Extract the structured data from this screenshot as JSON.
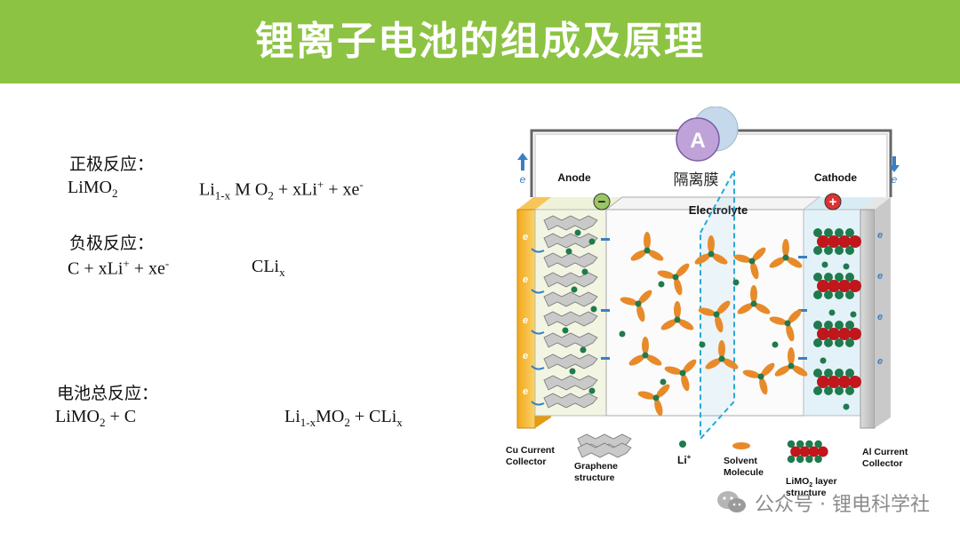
{
  "header": {
    "title": "锂离子电池的组成及原理",
    "bg_color": "#8dc343"
  },
  "equations": {
    "cathode": {
      "label": "正极反应：",
      "left": "LiMO",
      "left_sub": "2",
      "right": {
        "a": "Li",
        "a_sub": "1-x",
        "b": " M O",
        "b_sub": "2",
        "c": " + xLi",
        "c_sup": "+",
        "d": " + xe",
        "d_sup": "-"
      }
    },
    "anode": {
      "label": "负极反应：",
      "left": {
        "a": "C + xLi",
        "a_sup": "+",
        "b": " + xe",
        "b_sup": "-"
      },
      "right": "CLi",
      "right_sub": "x"
    },
    "total": {
      "label": "电池总反应：",
      "left": "LiMO",
      "left_sub": "2",
      "left_tail": " + C",
      "right": {
        "a": "Li",
        "a_sub": "1-x",
        "b": "MO",
        "b_sub": "2",
        "c": " + CLi",
        "c_sub": "x"
      }
    }
  },
  "diagram": {
    "ammeter": "A",
    "electron": "e",
    "anode": "Anode",
    "cathode": "Cathode",
    "separator": "隔离膜",
    "electrolyte": "Electrolyte",
    "minus": "−",
    "plus": "+",
    "legend": {
      "cu_collector": [
        "Cu Current",
        "Collector"
      ],
      "graphene": [
        "Graphene",
        "structure"
      ],
      "li_ion": "Li",
      "li_ion_sup": "+",
      "solvent": [
        "Solvent",
        "Molecule"
      ],
      "limo2": [
        "LiMO",
        "2",
        " layer",
        "structure"
      ],
      "al_collector": [
        "Al Current",
        "Collector"
      ]
    }
  },
  "watermark": {
    "text": "公众号 · 锂电科学社"
  }
}
